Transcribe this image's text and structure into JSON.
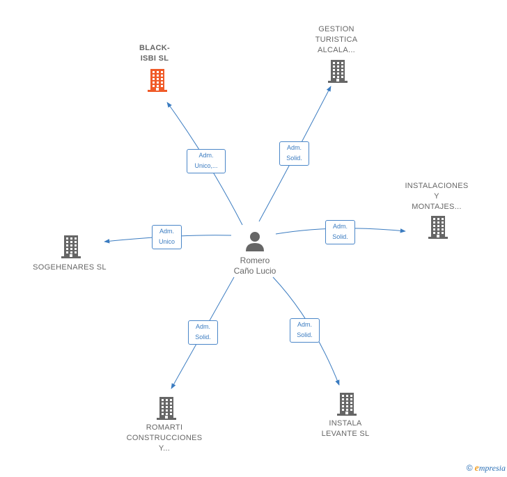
{
  "center": {
    "name_line1": "Romero",
    "name_line2": "Caño Lucio",
    "icon": "person-icon"
  },
  "colors": {
    "edge": "#3a7bc0",
    "building": "#666666",
    "building_highlight": "#f05a28"
  },
  "nodes": [
    {
      "id": "black-isbi",
      "lines": [
        "BLACK-",
        "ISBI SL"
      ],
      "highlight": true,
      "role": [
        "Adm.",
        "Unico,..."
      ]
    },
    {
      "id": "gestion-turistica",
      "lines": [
        "GESTION",
        "TURISTICA",
        "ALCALA..."
      ],
      "highlight": false,
      "role": [
        "Adm.",
        "Solid."
      ]
    },
    {
      "id": "instalaciones-montajes",
      "lines": [
        "INSTALACIONES",
        "Y",
        "MONTAJES..."
      ],
      "highlight": false,
      "role": [
        "Adm.",
        "Solid."
      ]
    },
    {
      "id": "sogehenares",
      "lines": [
        "SOGEHENARES SL"
      ],
      "highlight": false,
      "role": [
        "Adm.",
        "Unico"
      ]
    },
    {
      "id": "romarti",
      "lines": [
        "ROMARTI",
        "CONSTRUCCIONES",
        "Y..."
      ],
      "highlight": false,
      "role": [
        "Adm.",
        "Solid."
      ]
    },
    {
      "id": "instala-levante",
      "lines": [
        "INSTALA",
        "LEVANTE SL"
      ],
      "highlight": false,
      "role": [
        "Adm.",
        "Solid."
      ]
    }
  ],
  "footer": {
    "copyright": "©",
    "brand_initial": "e",
    "brand_rest": "mpresia"
  }
}
